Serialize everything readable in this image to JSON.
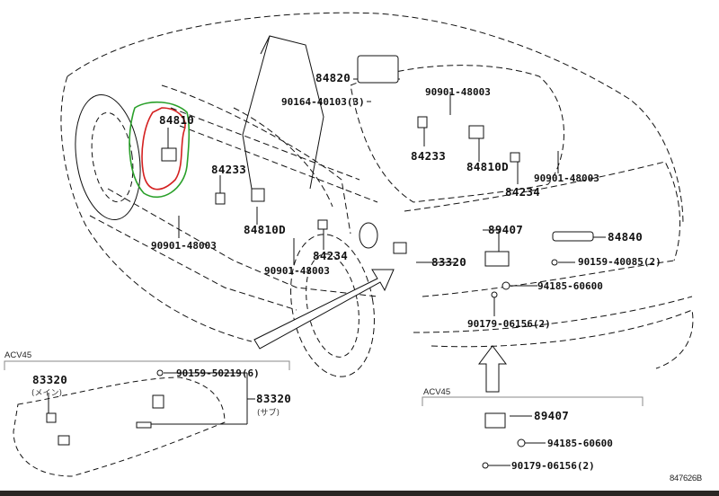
{
  "diagram": {
    "title": "Toyota Camry body sensors / fuel pump parts diagram",
    "figure_code": "847626B",
    "colors": {
      "line": "#111111",
      "highlight_red": "#d42020",
      "highlight_green": "#2aa02a",
      "background": "#ffffff",
      "bottom_bar": "#2a2624"
    },
    "main_labels": {
      "p84820": "84820",
      "p90164": "90164-40103(3)",
      "p84810": "84810",
      "p90901_a": "90901-48003",
      "p84233_a": "84233",
      "p84810D_a": "84810D",
      "p90901_b": "90901-48003",
      "p84234_a": "84234",
      "p84233_b": "84233",
      "p84810D_b": "84810D",
      "p84234_b": "84234",
      "p90901_c": "90901-48003",
      "p90901_d": "90901-48003",
      "p89407": "89407",
      "p84840": "84840",
      "p83320": "83320",
      "p90159_40085": "90159-40085(2)",
      "p94185": "94185-60600",
      "p90179": "90179-06156(2)"
    },
    "inset_left": {
      "section": "ACV45",
      "p83320_main": "83320",
      "p83320_main_sub": "(メイン)",
      "p90159_50219": "90159-50219(6)",
      "p83320_sub": "83320",
      "p83320_sub_sub": "(サブ)"
    },
    "inset_right": {
      "section": "ACV45",
      "p89407": "89407",
      "p94185": "94185-60600",
      "p90179": "90179-06156(2)"
    },
    "annotations": {
      "red_circle": "hand-drawn red outline around 84810",
      "green_circle": "hand-drawn green outline around 84810"
    }
  }
}
